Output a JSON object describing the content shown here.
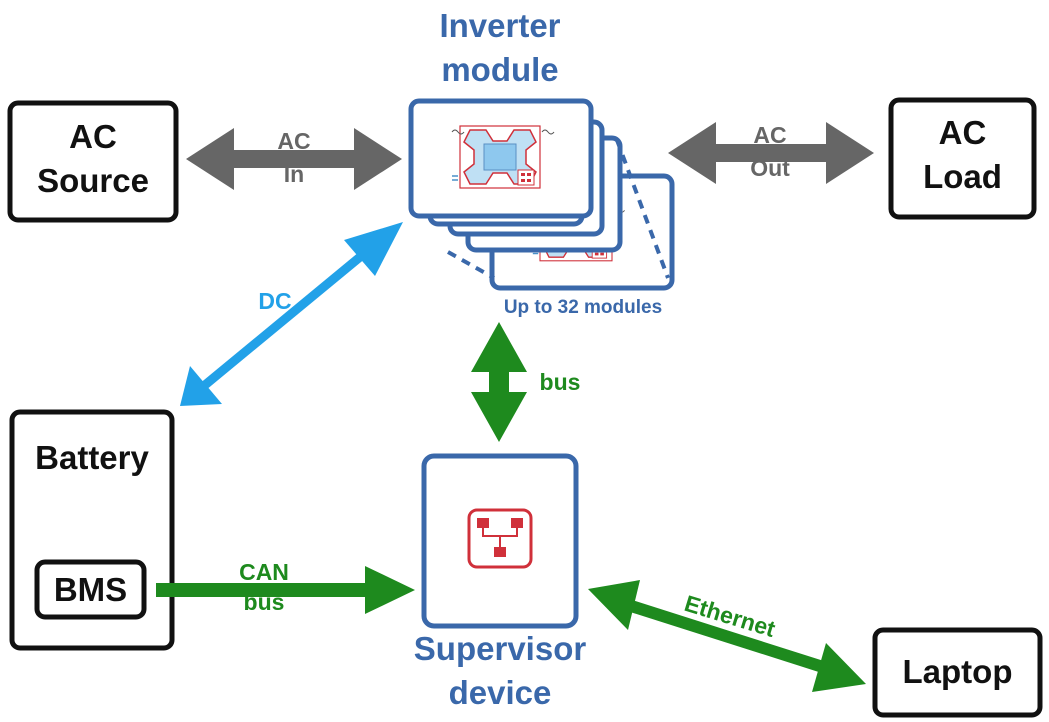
{
  "colors": {
    "box_border": "#111111",
    "module_border": "#3a68aa",
    "ac_arrow": "#666666",
    "dc_arrow": "#22a1e8",
    "bus_arrow": "#1e8a1e",
    "icon_red": "#d0303a"
  },
  "nodes": {
    "ac_source": {
      "line1": "AC",
      "line2": "Source"
    },
    "ac_load": {
      "line1": "AC",
      "line2": "Load"
    },
    "inverter": {
      "line1": "Inverter",
      "line2": "module",
      "note": "Up to 32 modules"
    },
    "battery": {
      "label": "Battery",
      "bms": "BMS"
    },
    "supervisor": {
      "line1": "Supervisor",
      "line2": "device"
    },
    "laptop": {
      "label": "Laptop"
    }
  },
  "links": {
    "ac_in": {
      "line1": "AC",
      "line2": "In"
    },
    "ac_out": {
      "line1": "AC",
      "line2": "Out"
    },
    "dc": "DC",
    "bus": "bus",
    "can": {
      "line1": "CAN",
      "line2": "bus"
    },
    "ethernet": "Ethernet"
  },
  "icons": {
    "inverter_icon": "inverter-module-icon",
    "supervisor_icon": "network-hierarchy-icon"
  }
}
